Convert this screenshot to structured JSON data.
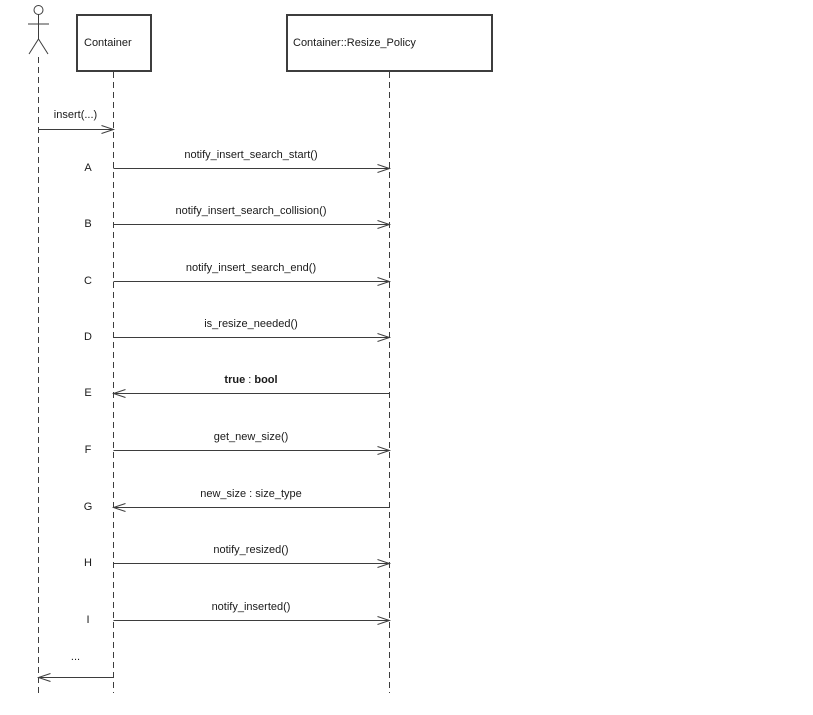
{
  "participants": {
    "actor": {
      "name": "actor"
    },
    "container": {
      "label": "Container"
    },
    "resize_policy": {
      "label": "Container::Resize_Policy"
    }
  },
  "messages": [
    {
      "label": "insert(...)"
    },
    {
      "letter": "A",
      "label": "notify_insert_search_start()"
    },
    {
      "letter": "B",
      "label": "notify_insert_search_collision()"
    },
    {
      "letter": "C",
      "label": "notify_insert_search_end()"
    },
    {
      "letter": "D",
      "label": "is_resize_needed()"
    },
    {
      "letter": "E",
      "label_bold_left": "true",
      "label_sep": " : ",
      "label_bold_right": "bool"
    },
    {
      "letter": "F",
      "label": "get_new_size()"
    },
    {
      "letter": "G",
      "label": "new_size : size_type"
    },
    {
      "letter": "H",
      "label": "notify_resized()"
    },
    {
      "letter": "I",
      "label": "notify_inserted()"
    },
    {
      "label": "..."
    }
  ],
  "colors": {
    "background": "#ffffff",
    "line": "#3d3d3d",
    "text": "#1a1a1a"
  }
}
